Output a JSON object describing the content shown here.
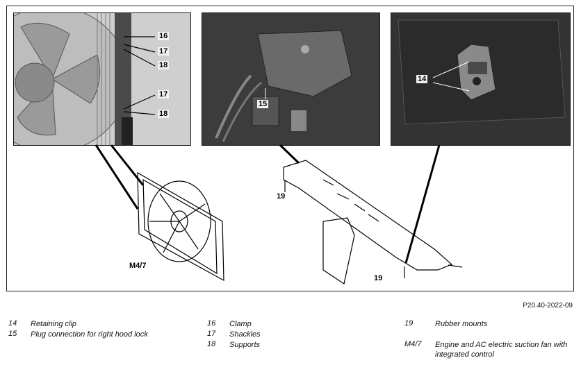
{
  "callouts": {
    "c16": "16",
    "c17a": "17",
    "c18a": "18",
    "c17b": "17",
    "c18b": "18",
    "c15": "15",
    "c14": "14",
    "c19a": "19",
    "c19b": "19",
    "cM47": "M4/7"
  },
  "reference_code": "P20.40-2022-09",
  "legend": [
    {
      "num": "14",
      "text": "Retaining clip"
    },
    {
      "num": "15",
      "text": "Plug connection for right hood lock"
    },
    {
      "num": "16",
      "text": "Clamp"
    },
    {
      "num": "17",
      "text": "Shackles"
    },
    {
      "num": "18",
      "text": "Supports"
    },
    {
      "num": "19",
      "text": "Rubber mounts"
    },
    {
      "num": "M4/7",
      "text": "Engine and AC electric suction fan with integrated control"
    }
  ]
}
